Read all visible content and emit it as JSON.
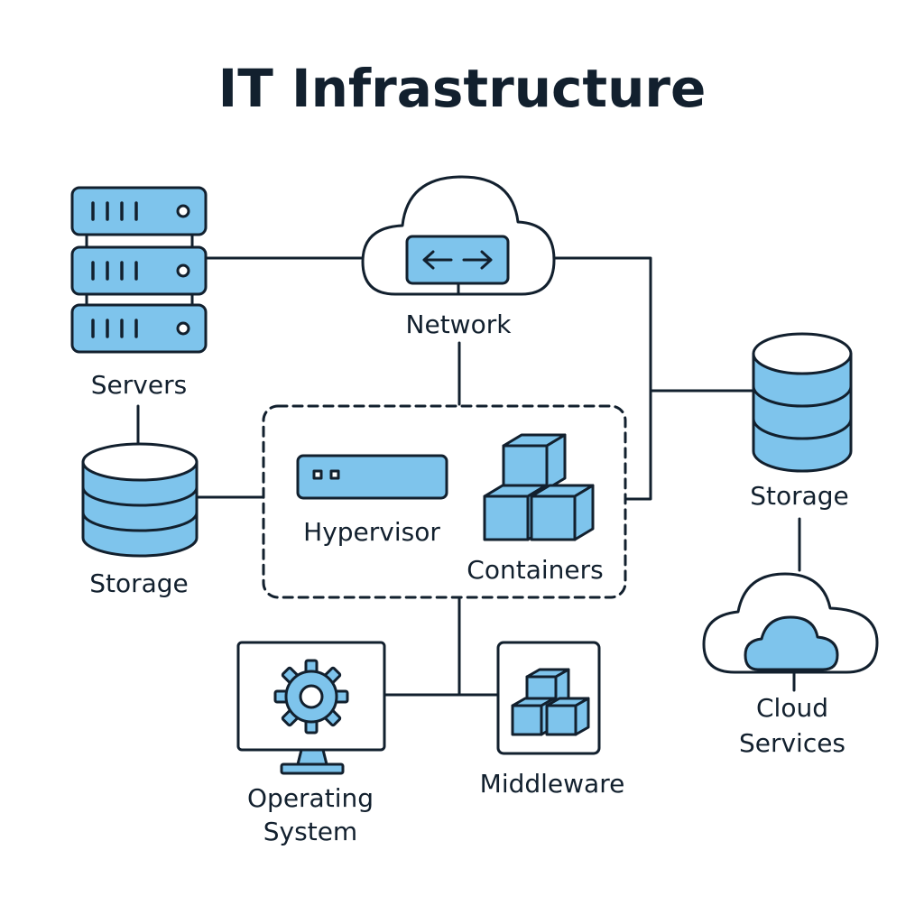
{
  "title": "IT Infrastructure",
  "colors": {
    "fill": "#7ec4ec",
    "stroke": "#12202e",
    "background": "#ffffff"
  },
  "nodes": {
    "servers": {
      "label": "Servers",
      "icon": "server-rack-icon"
    },
    "network": {
      "label": "Network",
      "icon": "network-switch-icon"
    },
    "storage_left": {
      "label": "Storage",
      "icon": "database-icon"
    },
    "storage_right": {
      "label": "Storage",
      "icon": "database-icon"
    },
    "hypervisor": {
      "label": "Hypervisor",
      "icon": "hypervisor-icon"
    },
    "containers": {
      "label": "Containers",
      "icon": "cubes-icon"
    },
    "cloud_services": {
      "label_line1": "Cloud",
      "label_line2": "Services",
      "icon": "cloud-icon"
    },
    "operating_system": {
      "label_line1": "Operating",
      "label_line2": "System",
      "icon": "monitor-gear-icon"
    },
    "middleware": {
      "label": "Middleware",
      "icon": "cubes-icon"
    }
  }
}
